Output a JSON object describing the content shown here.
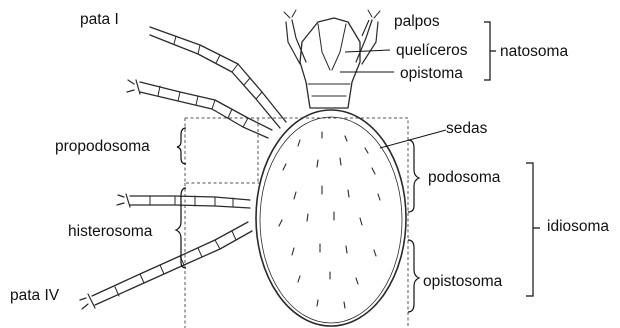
{
  "labels": {
    "pata_i": "pata I",
    "propodosoma": "propodosoma",
    "histerosoma": "histerosoma",
    "pata_iv": "pata IV",
    "palpos": "palpos",
    "queliceros": "quelíceros",
    "opistoma": "opistoma",
    "natosoma": "natosoma",
    "sedas": "sedas",
    "podosoma": "podosoma",
    "opistosoma": "opistosoma",
    "idiosoma": "idiosoma"
  }
}
